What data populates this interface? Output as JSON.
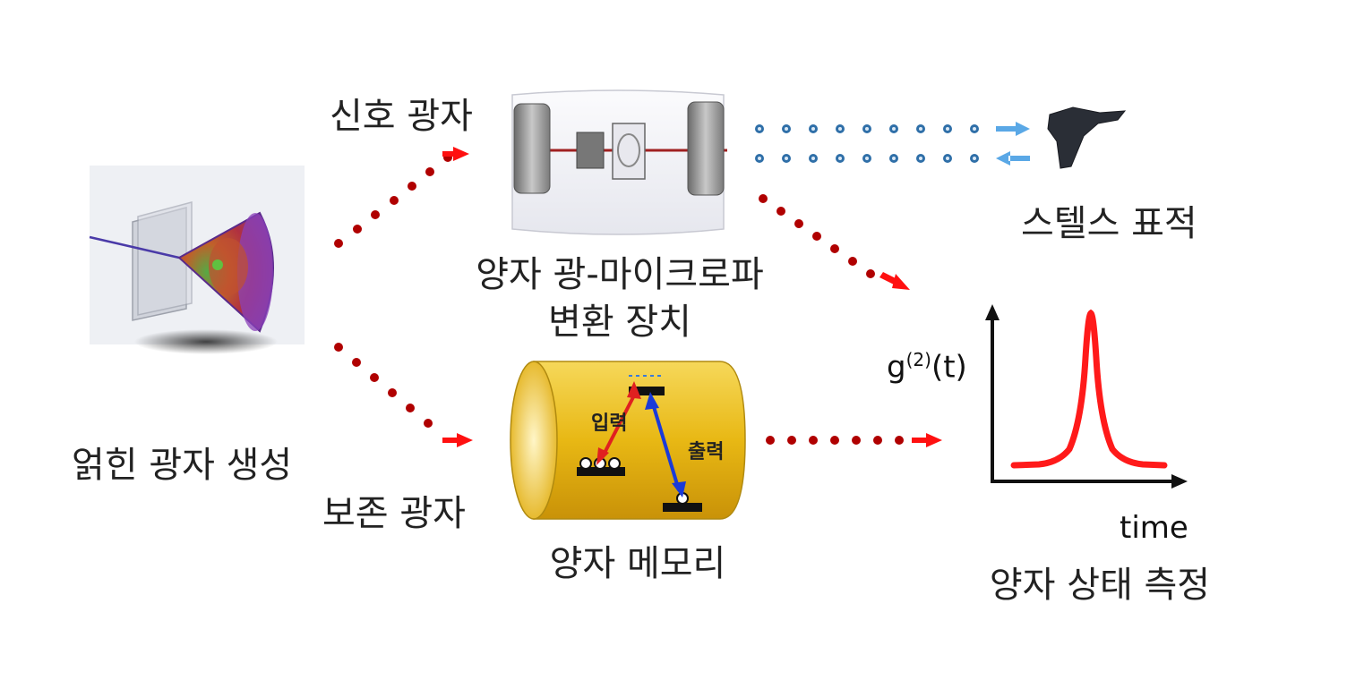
{
  "labels": {
    "signal_photon": "신호 광자",
    "idler_photon": "보존 광자",
    "entangled_generation": "얽힌 광자 생성",
    "converter_line1": "양자 광-마이크로파",
    "converter_line2": "변환 장치",
    "stealth_target": "스텔스 표적",
    "quantum_memory": "양자 메모리",
    "input": "입력",
    "output": "출력",
    "measurement": "양자 상태 측정",
    "y_axis_base": "g",
    "y_axis_sup": "(2)",
    "y_axis_arg": "(t)",
    "x_axis": "time"
  },
  "colors": {
    "red_dot": "#b00000",
    "red_arrow": "#ff1010",
    "blue_dot": "#2f6fa8",
    "blue_arrow": "#5aa8e6",
    "memory_fill": "#e8b814",
    "curve": "#ff1a1a"
  }
}
